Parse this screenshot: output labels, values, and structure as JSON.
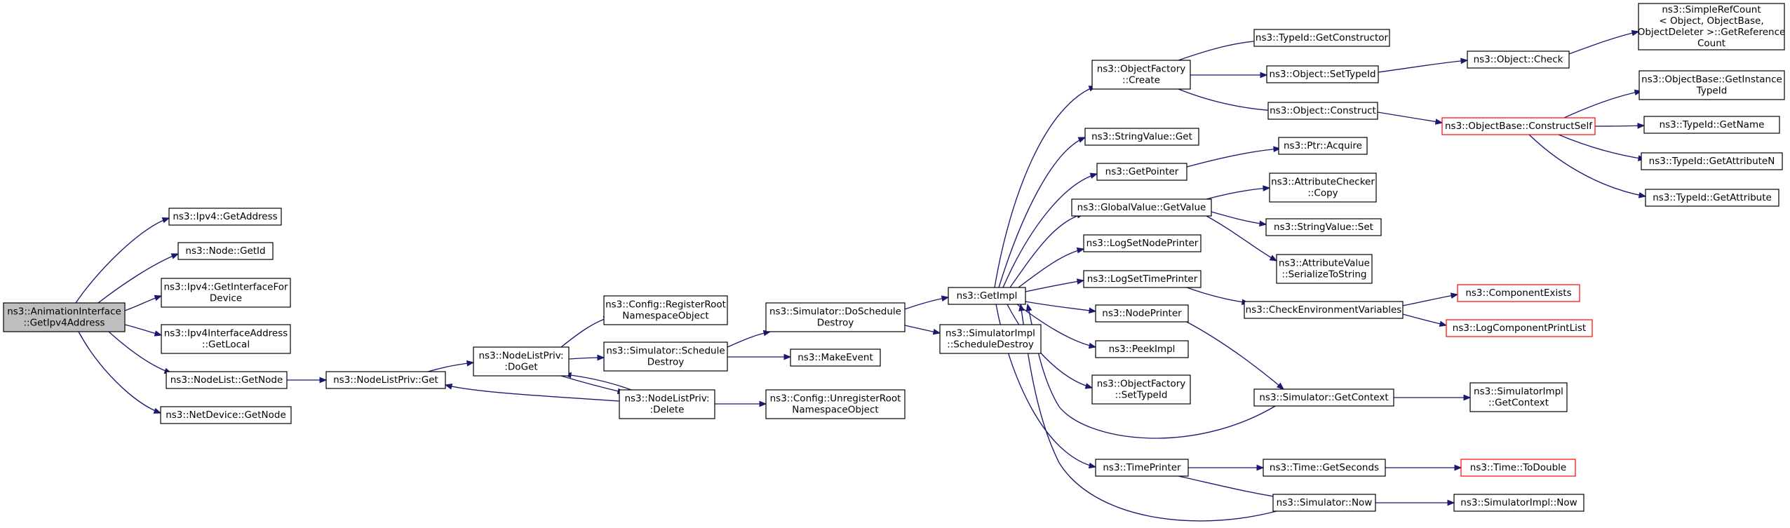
{
  "diagram": {
    "colors": {
      "edge": "#191970",
      "node_border": "#000000",
      "node_fill": "#ffffff",
      "root_fill": "#bfbfbf",
      "truncated_border": "#ff0000"
    },
    "nodes": [
      {
        "id": "root",
        "lines": [
          "ns3::AnimationInterface",
          "::GetIpv4Address"
        ],
        "style": "root"
      },
      {
        "id": "ipv4_getaddress",
        "lines": [
          "ns3::Ipv4::GetAddress"
        ],
        "style": "normal"
      },
      {
        "id": "node_getid",
        "lines": [
          "ns3::Node::GetId"
        ],
        "style": "normal"
      },
      {
        "id": "ipv4_getinterfacefordevice",
        "lines": [
          "ns3::Ipv4::GetInterfaceFor",
          "Device"
        ],
        "style": "normal"
      },
      {
        "id": "ipv4ifaddr_getlocal",
        "lines": [
          "ns3::Ipv4InterfaceAddress",
          "::GetLocal"
        ],
        "style": "normal"
      },
      {
        "id": "nodelist_getnode",
        "lines": [
          "ns3::NodeList::GetNode"
        ],
        "style": "normal"
      },
      {
        "id": "netdevice_getnode",
        "lines": [
          "ns3::NetDevice::GetNode"
        ],
        "style": "normal"
      },
      {
        "id": "nodelistpriv_get",
        "lines": [
          "ns3::NodeListPriv::Get"
        ],
        "style": "normal"
      },
      {
        "id": "nodelistpriv_doget",
        "lines": [
          "ns3::NodeListPriv:",
          ":DoGet"
        ],
        "style": "normal"
      },
      {
        "id": "config_registerroot",
        "lines": [
          "ns3::Config::RegisterRoot",
          "NamespaceObject"
        ],
        "style": "normal"
      },
      {
        "id": "simulator_scheduledestroy",
        "lines": [
          "ns3::Simulator::Schedule",
          "Destroy"
        ],
        "style": "normal"
      },
      {
        "id": "nodelistpriv_delete",
        "lines": [
          "ns3::NodeListPriv:",
          ":Delete"
        ],
        "style": "normal"
      },
      {
        "id": "simulator_doscheduledestroy",
        "lines": [
          "ns3::Simulator::DoSchedule",
          "Destroy"
        ],
        "style": "normal"
      },
      {
        "id": "makeevent",
        "lines": [
          "ns3::MakeEvent"
        ],
        "style": "normal"
      },
      {
        "id": "config_unregisterroot",
        "lines": [
          "ns3::Config::UnregisterRoot",
          "NamespaceObject"
        ],
        "style": "normal"
      },
      {
        "id": "getimpl",
        "lines": [
          "ns3::GetImpl"
        ],
        "style": "normal"
      },
      {
        "id": "simulatorimpl_scheduledestroy",
        "lines": [
          "ns3::SimulatorImpl",
          "::ScheduleDestroy"
        ],
        "style": "normal"
      },
      {
        "id": "objectfactory_create",
        "lines": [
          "ns3::ObjectFactory",
          "::Create"
        ],
        "style": "normal"
      },
      {
        "id": "stringvalue_get",
        "lines": [
          "ns3::StringValue::Get"
        ],
        "style": "normal"
      },
      {
        "id": "getpointer",
        "lines": [
          "ns3::GetPointer"
        ],
        "style": "normal"
      },
      {
        "id": "globalvalue_getvalue",
        "lines": [
          "ns3::GlobalValue::GetValue"
        ],
        "style": "normal"
      },
      {
        "id": "logsetnodeprinter",
        "lines": [
          "ns3::LogSetNodePrinter"
        ],
        "style": "normal"
      },
      {
        "id": "logsettimeprinter",
        "lines": [
          "ns3::LogSetTimePrinter"
        ],
        "style": "normal"
      },
      {
        "id": "nodeprinter",
        "lines": [
          "ns3::NodePrinter"
        ],
        "style": "normal"
      },
      {
        "id": "peekimpl",
        "lines": [
          "ns3::PeekImpl"
        ],
        "style": "normal"
      },
      {
        "id": "objectfactory_settypeid",
        "lines": [
          "ns3::ObjectFactory",
          "::SetTypeId"
        ],
        "style": "normal"
      },
      {
        "id": "timeprinter",
        "lines": [
          "ns3::TimePrinter"
        ],
        "style": "normal"
      },
      {
        "id": "typeid_getconstructor",
        "lines": [
          "ns3::TypeId::GetConstructor"
        ],
        "style": "normal"
      },
      {
        "id": "object_settypeid",
        "lines": [
          "ns3::Object::SetTypeId"
        ],
        "style": "normal"
      },
      {
        "id": "object_construct",
        "lines": [
          "ns3::Object::Construct"
        ],
        "style": "normal"
      },
      {
        "id": "ptr_acquire",
        "lines": [
          "ns3::Ptr::Acquire"
        ],
        "style": "normal"
      },
      {
        "id": "attributechecker_copy",
        "lines": [
          "ns3::AttributeChecker",
          "::Copy"
        ],
        "style": "normal"
      },
      {
        "id": "stringvalue_set",
        "lines": [
          "ns3::StringValue::Set"
        ],
        "style": "normal"
      },
      {
        "id": "attributevalue_serializetostring",
        "lines": [
          "ns3::AttributeValue",
          "::SerializeToString"
        ],
        "style": "normal"
      },
      {
        "id": "checkenvironmentvariables",
        "lines": [
          "ns3::CheckEnvironmentVariables"
        ],
        "style": "normal"
      },
      {
        "id": "simulator_getcontext",
        "lines": [
          "ns3::Simulator::GetContext"
        ],
        "style": "normal"
      },
      {
        "id": "time_getseconds",
        "lines": [
          "ns3::Time::GetSeconds"
        ],
        "style": "normal"
      },
      {
        "id": "simulator_now",
        "lines": [
          "ns3::Simulator::Now"
        ],
        "style": "normal"
      },
      {
        "id": "object_check",
        "lines": [
          "ns3::Object::Check"
        ],
        "style": "normal"
      },
      {
        "id": "objectbase_constructself",
        "lines": [
          "ns3::ObjectBase::ConstructSelf"
        ],
        "style": "truncated"
      },
      {
        "id": "componentexists",
        "lines": [
          "ns3::ComponentExists"
        ],
        "style": "truncated"
      },
      {
        "id": "logcomponentprintlist",
        "lines": [
          "ns3::LogComponentPrintList"
        ],
        "style": "truncated"
      },
      {
        "id": "simulatorimpl_getcontext",
        "lines": [
          "ns3::SimulatorImpl",
          "::GetContext"
        ],
        "style": "normal"
      },
      {
        "id": "time_todouble",
        "lines": [
          "ns3::Time::ToDouble"
        ],
        "style": "truncated"
      },
      {
        "id": "simulatorimpl_now",
        "lines": [
          "ns3::SimulatorImpl::Now"
        ],
        "style": "normal"
      },
      {
        "id": "simplerefcount",
        "lines": [
          "ns3::SimpleRefCount",
          "< Object, ObjectBase,",
          "ObjectDeleter >::GetReference",
          "Count"
        ],
        "style": "normal"
      },
      {
        "id": "objectbase_getinstancetypeid",
        "lines": [
          "ns3::ObjectBase::GetInstance",
          "TypeId"
        ],
        "style": "normal"
      },
      {
        "id": "typeid_getname",
        "lines": [
          "ns3::TypeId::GetName"
        ],
        "style": "normal"
      },
      {
        "id": "typeid_getattributen",
        "lines": [
          "ns3::TypeId::GetAttributeN"
        ],
        "style": "normal"
      },
      {
        "id": "typeid_getattribute",
        "lines": [
          "ns3::TypeId::GetAttribute"
        ],
        "style": "normal"
      }
    ],
    "edges": [
      [
        "root",
        "ipv4_getaddress"
      ],
      [
        "root",
        "node_getid"
      ],
      [
        "root",
        "ipv4_getinterfacefordevice"
      ],
      [
        "root",
        "ipv4ifaddr_getlocal"
      ],
      [
        "root",
        "nodelist_getnode"
      ],
      [
        "root",
        "netdevice_getnode"
      ],
      [
        "nodelist_getnode",
        "nodelistpriv_get"
      ],
      [
        "nodelistpriv_get",
        "nodelistpriv_doget"
      ],
      [
        "nodelistpriv_doget",
        "config_registerroot"
      ],
      [
        "nodelistpriv_doget",
        "simulator_scheduledestroy"
      ],
      [
        "nodelistpriv_doget",
        "nodelistpriv_delete"
      ],
      [
        "nodelistpriv_delete",
        "nodelistpriv_doget"
      ],
      [
        "nodelistpriv_delete",
        "nodelistpriv_get"
      ],
      [
        "nodelistpriv_delete",
        "config_unregisterroot"
      ],
      [
        "simulator_scheduledestroy",
        "simulator_doscheduledestroy"
      ],
      [
        "simulator_scheduledestroy",
        "makeevent"
      ],
      [
        "simulator_doscheduledestroy",
        "getimpl"
      ],
      [
        "simulator_doscheduledestroy",
        "simulatorimpl_scheduledestroy"
      ],
      [
        "getimpl",
        "objectfactory_create"
      ],
      [
        "getimpl",
        "stringvalue_get"
      ],
      [
        "getimpl",
        "getpointer"
      ],
      [
        "getimpl",
        "globalvalue_getvalue"
      ],
      [
        "getimpl",
        "logsetnodeprinter"
      ],
      [
        "getimpl",
        "logsettimeprinter"
      ],
      [
        "getimpl",
        "nodeprinter"
      ],
      [
        "getimpl",
        "peekimpl"
      ],
      [
        "getimpl",
        "objectfactory_settypeid"
      ],
      [
        "getimpl",
        "timeprinter"
      ],
      [
        "objectfactory_create",
        "typeid_getconstructor"
      ],
      [
        "objectfactory_create",
        "object_settypeid"
      ],
      [
        "objectfactory_create",
        "object_construct"
      ],
      [
        "object_settypeid",
        "object_check"
      ],
      [
        "object_check",
        "simplerefcount"
      ],
      [
        "object_construct",
        "objectbase_constructself"
      ],
      [
        "objectbase_constructself",
        "objectbase_getinstancetypeid"
      ],
      [
        "objectbase_constructself",
        "typeid_getname"
      ],
      [
        "objectbase_constructself",
        "typeid_getattributen"
      ],
      [
        "objectbase_constructself",
        "typeid_getattribute"
      ],
      [
        "getpointer",
        "ptr_acquire"
      ],
      [
        "globalvalue_getvalue",
        "attributechecker_copy"
      ],
      [
        "globalvalue_getvalue",
        "stringvalue_set"
      ],
      [
        "globalvalue_getvalue",
        "attributevalue_serializetostring"
      ],
      [
        "logsettimeprinter",
        "checkenvironmentvariables"
      ],
      [
        "checkenvironmentvariables",
        "componentexists"
      ],
      [
        "checkenvironmentvariables",
        "logcomponentprintlist"
      ],
      [
        "nodeprinter",
        "simulator_getcontext"
      ],
      [
        "simulator_getcontext",
        "getimpl"
      ],
      [
        "simulator_getcontext",
        "simulatorimpl_getcontext"
      ],
      [
        "timeprinter",
        "time_getseconds"
      ],
      [
        "timeprinter",
        "simulator_now"
      ],
      [
        "time_getseconds",
        "time_todouble"
      ],
      [
        "simulator_now",
        "getimpl"
      ],
      [
        "simulator_now",
        "simulatorimpl_now"
      ]
    ]
  }
}
